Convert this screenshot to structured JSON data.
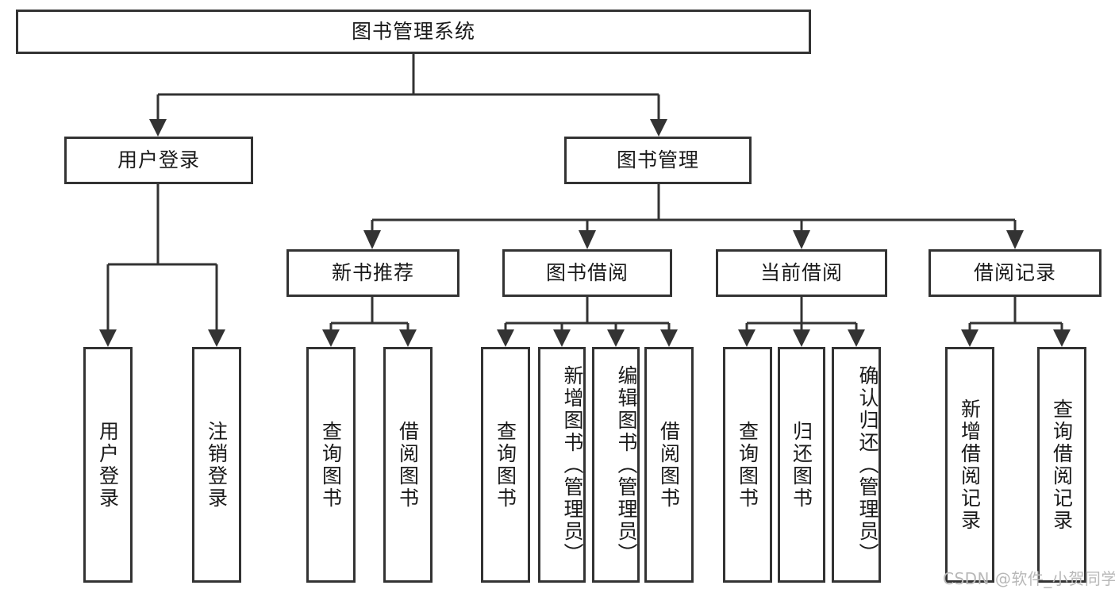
{
  "diagram": {
    "title": "图书管理系统",
    "type": "tree",
    "watermark": "CSDN @软件_小贺同学",
    "colors": {
      "stroke": "#333333",
      "text": "#1a1a1a",
      "background": "#ffffff",
      "watermark": "#b8b8b8"
    },
    "root": {
      "label": "图书管理系统"
    },
    "level2": [
      {
        "label": "用户登录"
      },
      {
        "label": "图书管理"
      }
    ],
    "level3": [
      {
        "label": "新书推荐"
      },
      {
        "label": "图书借阅"
      },
      {
        "label": "当前借阅"
      },
      {
        "label": "借阅记录"
      }
    ],
    "leaves": {
      "user_login": [
        {
          "label": "用户登录"
        },
        {
          "label": "注销登录"
        }
      ],
      "new_book": [
        {
          "label": "查询图书"
        },
        {
          "label": "借阅图书"
        }
      ],
      "book_borrow": [
        {
          "label": "查询图书"
        },
        {
          "label": "新增图书（管理员）"
        },
        {
          "label": "编辑图书（管理员）"
        },
        {
          "label": "借阅图书"
        }
      ],
      "current_borrow": [
        {
          "label": "查询图书"
        },
        {
          "label": "归还图书"
        },
        {
          "label": "确认归还（管理员）"
        }
      ],
      "borrow_record": [
        {
          "label": "新增借阅记录"
        },
        {
          "label": "查询借阅记录"
        }
      ]
    }
  }
}
